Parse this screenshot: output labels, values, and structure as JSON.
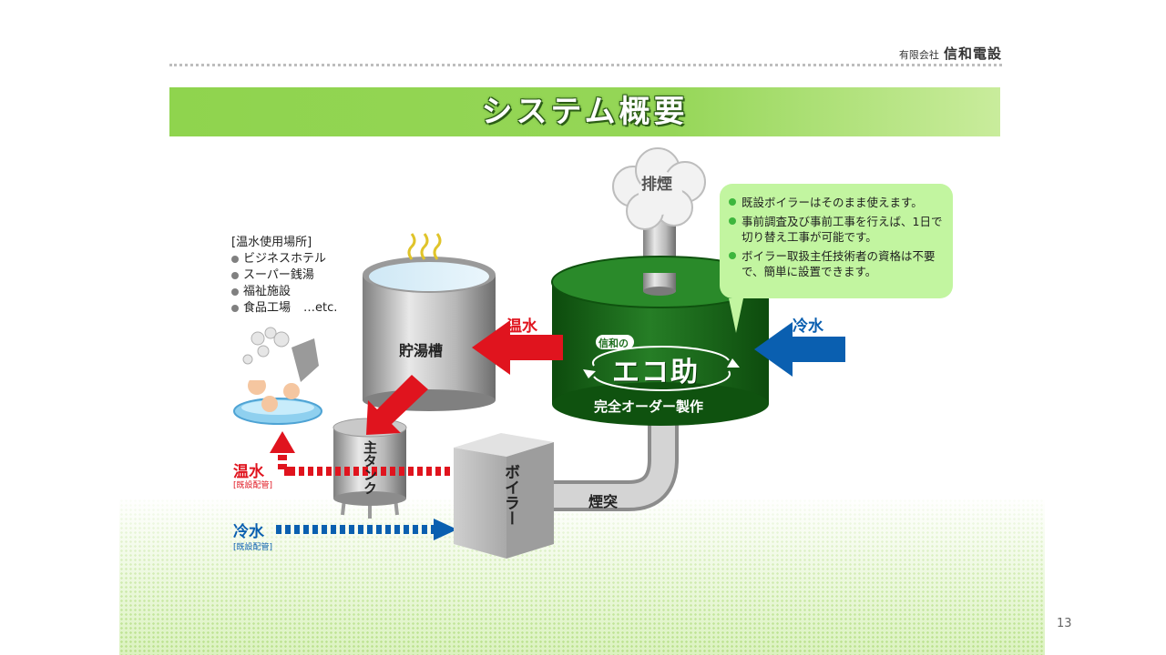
{
  "header": {
    "company_prefix": "有限会社",
    "company_name": "信和電設"
  },
  "title": "システム概要",
  "page_number": "13",
  "usage": {
    "heading": "[温水使用場所]",
    "items": [
      "ビジネスホテル",
      "スーパー銭湯",
      "福祉施設",
      "食品工場"
    ],
    "etc": "…etc."
  },
  "callout": {
    "items": [
      "既設ボイラーはそのまま使えます。",
      "事前調査及び事前工事を行えば、1日で切り替え工事が可能です。",
      "ボイラー取扱主任技術者の資格は不要で、簡単に設置できます。"
    ]
  },
  "diagram": {
    "exhaust": "排煙",
    "hot_water": "温水",
    "cold_water": "冷水",
    "storage_tank": "貯湯槽",
    "main_tank": "主タンク",
    "boiler": "ボイラー",
    "chimney": "煙突",
    "brand_small": "信和の",
    "brand": "エコ助",
    "brand_sub": "完全オーダー製作",
    "existing_pipe": "[既設配管]"
  },
  "colors": {
    "title_green": "#8fd44e",
    "tank_green": "#1d6e1d",
    "hot_red": "#e0141e",
    "cold_blue": "#0a5fb0",
    "callout_bg": "#c2f5a0"
  }
}
